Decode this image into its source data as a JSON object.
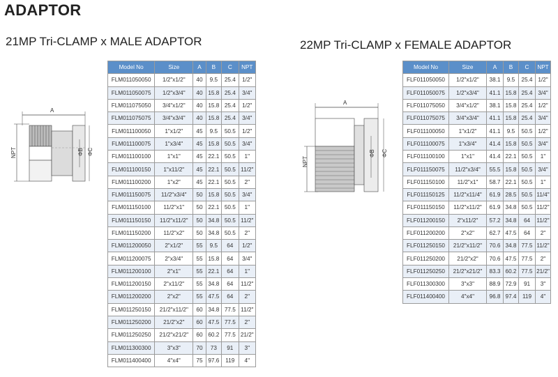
{
  "page_title": "ADAPTOR",
  "male": {
    "title": "21MP Tri-CLAMP x MALE ADAPTOR",
    "drawing_labels": {
      "a": "A",
      "npt": "NPT",
      "b": "ΦB",
      "c": "ΦC"
    },
    "headers": [
      "Model No",
      "Size",
      "A",
      "B",
      "C",
      "NPT"
    ],
    "rows": [
      [
        "FLM011050050",
        "1/2\"x1/2\"",
        "40",
        "9.5",
        "25.4",
        "1/2\""
      ],
      [
        "FLM011050075",
        "1/2\"x3/4\"",
        "40",
        "15.8",
        "25.4",
        "3/4\""
      ],
      [
        "FLM011075050",
        "3/4\"x1/2\"",
        "40",
        "15.8",
        "25.4",
        "1/2\""
      ],
      [
        "FLM011075075",
        "3/4\"x3/4\"",
        "40",
        "15.8",
        "25.4",
        "3/4\""
      ],
      [
        "FLM011100050",
        "1\"x1/2\"",
        "45",
        "9.5",
        "50.5",
        "1/2\""
      ],
      [
        "FLM011100075",
        "1\"x3/4\"",
        "45",
        "15.8",
        "50.5",
        "3/4\""
      ],
      [
        "FLM011100100",
        "1\"x1\"",
        "45",
        "22.1",
        "50.5",
        "1\""
      ],
      [
        "FLM011100150",
        "1\"x11/2\"",
        "45",
        "22.1",
        "50.5",
        "11/2\""
      ],
      [
        "FLM011100200",
        "1\"x2\"",
        "45",
        "22.1",
        "50.5",
        "2\""
      ],
      [
        "FLM011150075",
        "11/2\"x3/4\"",
        "50",
        "15.8",
        "50.5",
        "3/4\""
      ],
      [
        "FLM011150100",
        "11/2\"x1\"",
        "50",
        "22.1",
        "50.5",
        "1\""
      ],
      [
        "FLM011150150",
        "11/2\"x11/2\"",
        "50",
        "34.8",
        "50.5",
        "11/2\""
      ],
      [
        "FLM011150200",
        "11/2\"x2\"",
        "50",
        "34.8",
        "50.5",
        "2\""
      ],
      [
        "FLM011200050",
        "2\"x1/2\"",
        "55",
        "9.5",
        "64",
        "1/2\""
      ],
      [
        "FLM011200075",
        "2\"x3/4\"",
        "55",
        "15.8",
        "64",
        "3/4\""
      ],
      [
        "FLM011200100",
        "2\"x1\"",
        "55",
        "22.1",
        "64",
        "1\""
      ],
      [
        "FLM011200150",
        "2\"x11/2\"",
        "55",
        "34.8",
        "64",
        "11/2\""
      ],
      [
        "FLM011200200",
        "2\"x2\"",
        "55",
        "47.5",
        "64",
        "2\""
      ],
      [
        "FLM011250150",
        "21/2\"x11/2\"",
        "60",
        "34.8",
        "77.5",
        "11/2\""
      ],
      [
        "FLM011250200",
        "21/2\"x2\"",
        "60",
        "47.5",
        "77.5",
        "2\""
      ],
      [
        "FLM011250250",
        "21/2\"x21/2\"",
        "60",
        "60.2",
        "77.5",
        "21/2\""
      ],
      [
        "FLM011300300",
        "3\"x3\"",
        "70",
        "73",
        "91",
        "3\""
      ],
      [
        "FLM011400400",
        "4\"x4\"",
        "75",
        "97.6",
        "119",
        "4\""
      ]
    ]
  },
  "female": {
    "title": "22MP Tri-CLAMP x FEMALE ADAPTOR",
    "drawing_labels": {
      "a": "A",
      "npt": "NPT",
      "b": "ΦB",
      "c": "ΦC"
    },
    "headers": [
      "Model No",
      "Size",
      "A",
      "B",
      "C",
      "NPT"
    ],
    "rows": [
      [
        "FLF011050050",
        "1/2\"x1/2\"",
        "38.1",
        "9.5",
        "25.4",
        "1/2\""
      ],
      [
        "FLF011050075",
        "1/2\"x3/4\"",
        "41.1",
        "15.8",
        "25.4",
        "3/4\""
      ],
      [
        "FLF011075050",
        "3/4\"x1/2\"",
        "38.1",
        "15.8",
        "25.4",
        "1/2\""
      ],
      [
        "FLF011075075",
        "3/4\"x3/4\"",
        "41.1",
        "15.8",
        "25.4",
        "3/4\""
      ],
      [
        "FLF011100050",
        "1\"x1/2\"",
        "41.1",
        "9.5",
        "50.5",
        "1/2\""
      ],
      [
        "FLF011100075",
        "1\"x3/4\"",
        "41.4",
        "15.8",
        "50.5",
        "3/4\""
      ],
      [
        "FLF011100100",
        "1\"x1\"",
        "41.4",
        "22.1",
        "50.5",
        "1\""
      ],
      [
        "FLF011150075",
        "11/2\"x3/4\"",
        "55.5",
        "15.8",
        "50.5",
        "3/4\""
      ],
      [
        "FLF011150100",
        "11/2\"x1\"",
        "58.7",
        "22.1",
        "50.5",
        "1\""
      ],
      [
        "FLF011150125",
        "11/2\"x11/4\"",
        "61.9",
        "28.5",
        "50.5",
        "11/4\""
      ],
      [
        "FLF011150150",
        "11/2\"x11/2\"",
        "61.9",
        "34.8",
        "50.5",
        "11/2\""
      ],
      [
        "FLF011200150",
        "2\"x11/2\"",
        "57.2",
        "34.8",
        "64",
        "11/2\""
      ],
      [
        "FLF011200200",
        "2\"x2\"",
        "62.7",
        "47.5",
        "64",
        "2\""
      ],
      [
        "FLF011250150",
        "21/2\"x11/2\"",
        "70.6",
        "34.8",
        "77.5",
        "11/2\""
      ],
      [
        "FLF011250200",
        "21/2\"x2\"",
        "70.6",
        "47.5",
        "77.5",
        "2\""
      ],
      [
        "FLF011250250",
        "21/2\"x21/2\"",
        "83.3",
        "60.2",
        "77.5",
        "21/2\""
      ],
      [
        "FLF011300300",
        "3\"x3\"",
        "88.9",
        "72.9",
        "91",
        "3\""
      ],
      [
        "FLF011400400",
        "4\"x4\"",
        "96.8",
        "97.4",
        "119",
        "4\""
      ]
    ]
  }
}
